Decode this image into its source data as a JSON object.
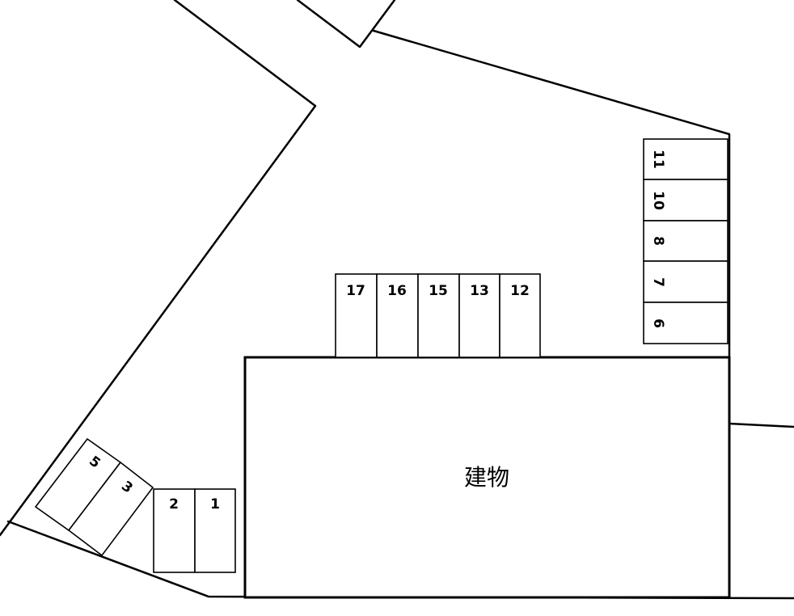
{
  "building": {
    "label": "建物"
  },
  "slots": {
    "s1": "1",
    "s2": "2",
    "s3": "3",
    "s5": "5",
    "s6": "6",
    "s7": "7",
    "s8": "8",
    "s10": "10",
    "s11": "11",
    "s12": "12",
    "s13": "13",
    "s15": "15",
    "s16": "16",
    "s17": "17"
  },
  "colors": {
    "line": "#000000",
    "background": "#ffffff"
  }
}
